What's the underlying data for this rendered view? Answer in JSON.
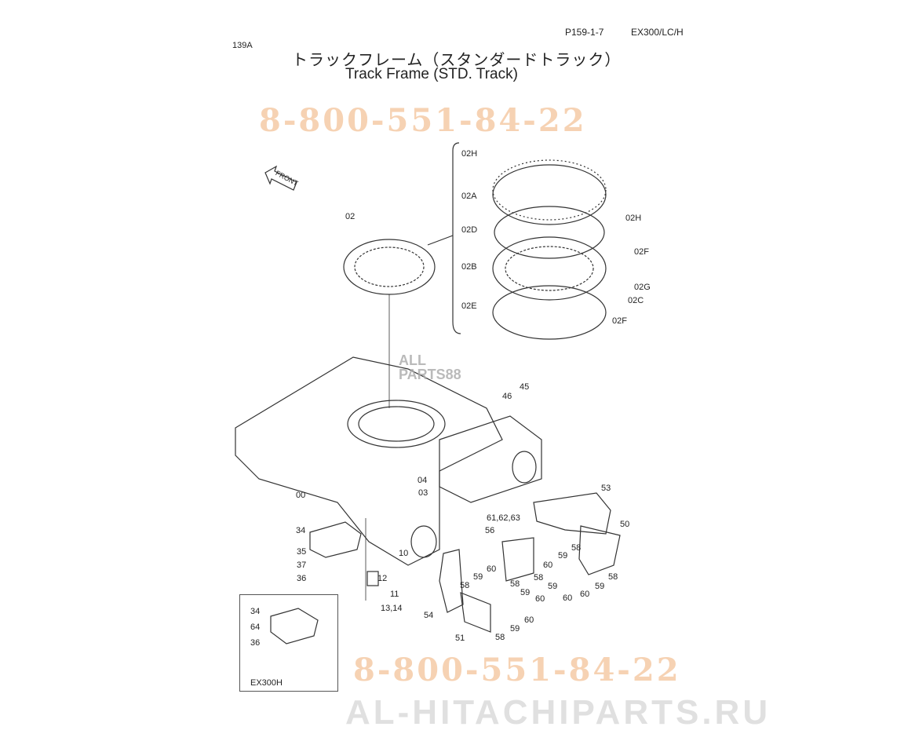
{
  "header": {
    "page_code": "P159-1-7",
    "model": "EX300/LC/H",
    "ref": "139A",
    "title_jp": "トラックフレーム（スタンダードトラック）",
    "title_en": "Track Frame (STD. Track)"
  },
  "front_label": "FRONT",
  "callouts": [
    "02H",
    "02A",
    "02H",
    "02D",
    "02F",
    "02B",
    "02G",
    "02C",
    "02E",
    "02F",
    "02",
    "46",
    "45",
    "04",
    "03",
    "00",
    "53",
    "50",
    "61,62,63",
    "56",
    "34",
    "35",
    "37",
    "36",
    "10",
    "12",
    "11",
    "13,14",
    "54",
    "51",
    "60",
    "59",
    "58",
    "58",
    "59",
    "60",
    "58",
    "59",
    "60",
    "58",
    "59",
    "60",
    "60",
    "59",
    "58",
    "58",
    "59",
    "60"
  ],
  "inset": {
    "callouts": [
      "34",
      "64",
      "36"
    ],
    "label": "EX300H"
  },
  "watermarks": {
    "phone_top": "8-800-551-84-22",
    "phone_bottom": "8-800-551-84-22",
    "site": "AL-HITACHIPARTS.RU",
    "logo_line1": "ALL",
    "logo_line2": "PARTS88"
  },
  "colors": {
    "watermark_phone": "#f3c49a",
    "line": "#333333"
  }
}
